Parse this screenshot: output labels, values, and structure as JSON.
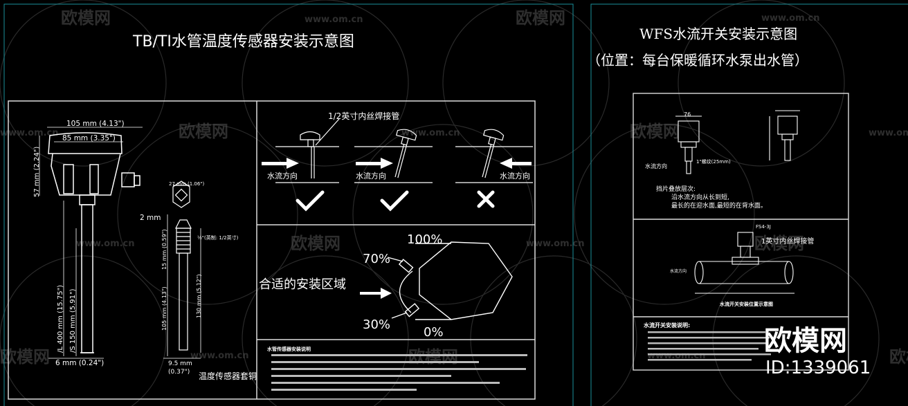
{
  "watermark": {
    "brand_cn": "欧模网",
    "site": "www.om.cn",
    "site_variant": "www.om.cn",
    "big_logo": "欧模网",
    "id_text": "ID:1339061"
  },
  "left_sheet": {
    "title": "TB/TI水管温度传感器安装示意图",
    "dims": {
      "w105": "105 mm (4.13\")",
      "w85": "85 mm (3.35\")",
      "h57": "57 mm (2.24\")",
      "l400": "/L 400 mm (15.75\")",
      "s150": "/S 150 mm (5.91\")",
      "w6": "6 mm (0.24\")",
      "w27": "27 mm (1.06\")",
      "d2mm": "2 mm",
      "thread": "½\"(英制: 1/2英寸)",
      "h15": "15 mm (0.59\")",
      "h105": "105 mm (4.13\")",
      "h130": "130 mm (5.12\")",
      "w95": "9.5 mm",
      "w95in": "(0.37\")"
    },
    "sleeve_label": "温度传感器套铜",
    "install": {
      "pipe_label": "1/2英寸内丝焊接管",
      "flow": [
        "水流方向",
        "水流方向",
        "水流方向"
      ],
      "zone_label": "合适的安装区域",
      "p100": "100%",
      "p70": "70%",
      "p30": "30%",
      "p0": "0%",
      "notes_title": "水管传感器安装说明"
    }
  },
  "right_sheet": {
    "title": "WFS水流开关安装示意图",
    "subtitle": "（位置：每台保暖循环水泵出水管）",
    "dim76": "76",
    "dim25": "1\"螺纹(25mm)",
    "flow_text": "水流方向",
    "blade_title": "挡片叠放层次:",
    "blade_l1": "沿水流方向从长到短,",
    "blade_l2": "最长的在迎水面,最短的在背水面。",
    "model": "FS4-3J",
    "pipe_label": "1英寸内丝焊接管",
    "flow2": "水流方向",
    "caption": "水流开关安装位置示意图",
    "notes_title": "水流开关安装说明:"
  }
}
